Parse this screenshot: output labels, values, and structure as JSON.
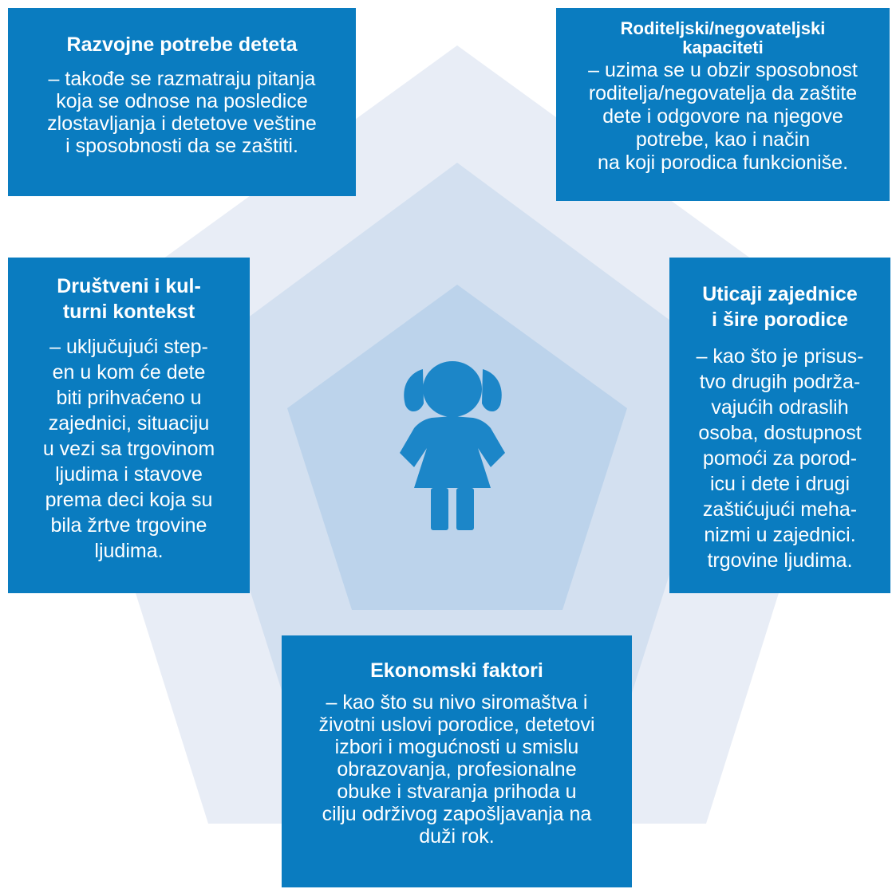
{
  "colors": {
    "box": "#0a7cc0",
    "outer_pentagon": "#e8edf6",
    "middle_pentagon": "#d3e0f0",
    "inner_pentagon": "#bcd3eb",
    "child_icon": "#1c86c8"
  },
  "center": {
    "icon": "child-girl-icon"
  },
  "boxes": {
    "development": {
      "title": "Razvojne potrebe deteta",
      "lines": [
        "– takođe se razmatraju pitanja",
        "koja se odnose na posledice",
        "zlostavljanja i detetove veštine",
        "i sposobnosti da se zaštiti."
      ]
    },
    "parental": {
      "title_lines": [
        "Roditeljski/negovateljski",
        "kapaciteti"
      ],
      "lines": [
        "– uzima se u obzir sposobnost",
        "roditelja/negovatelja da zaštite",
        "dete i odgovore na njegove",
        "potrebe, kao i način",
        "na koji porodica funkcioniše."
      ]
    },
    "social": {
      "title_lines": [
        "Društveni i kul-",
        "turni kontekst"
      ],
      "lines": [
        "– uključujući step-",
        "en u kom će dete",
        "biti prihvaćeno u",
        "zajednici, situaciju",
        "u vezi sa trgovinom",
        "ljudima i stavove",
        "prema deci koja su",
        "bila žrtve trgovine",
        "ljudima."
      ]
    },
    "community": {
      "title_lines": [
        "Uticaji zajednice",
        "i šire porodice"
      ],
      "lines": [
        "– kao što je prisus-",
        "tvo drugih podrža-",
        "vajućih odraslih",
        "osoba, dostupnost",
        "pomoći za porod-",
        "icu i dete i drugi",
        "zaštićujući meha-",
        "nizmi u zajednici.",
        "trgovine ljudima."
      ]
    },
    "economic": {
      "title": "Ekonomski faktori",
      "lines": [
        "– kao što su nivo siromaštva i",
        "životni uslovi porodice, detetovi",
        "izbori i mogućnosti u smislu",
        "obrazovanja, profesionalne",
        "obuke i stvaranja prihoda u",
        "cilju održivog zapošljavanja na",
        "duži rok."
      ]
    }
  }
}
